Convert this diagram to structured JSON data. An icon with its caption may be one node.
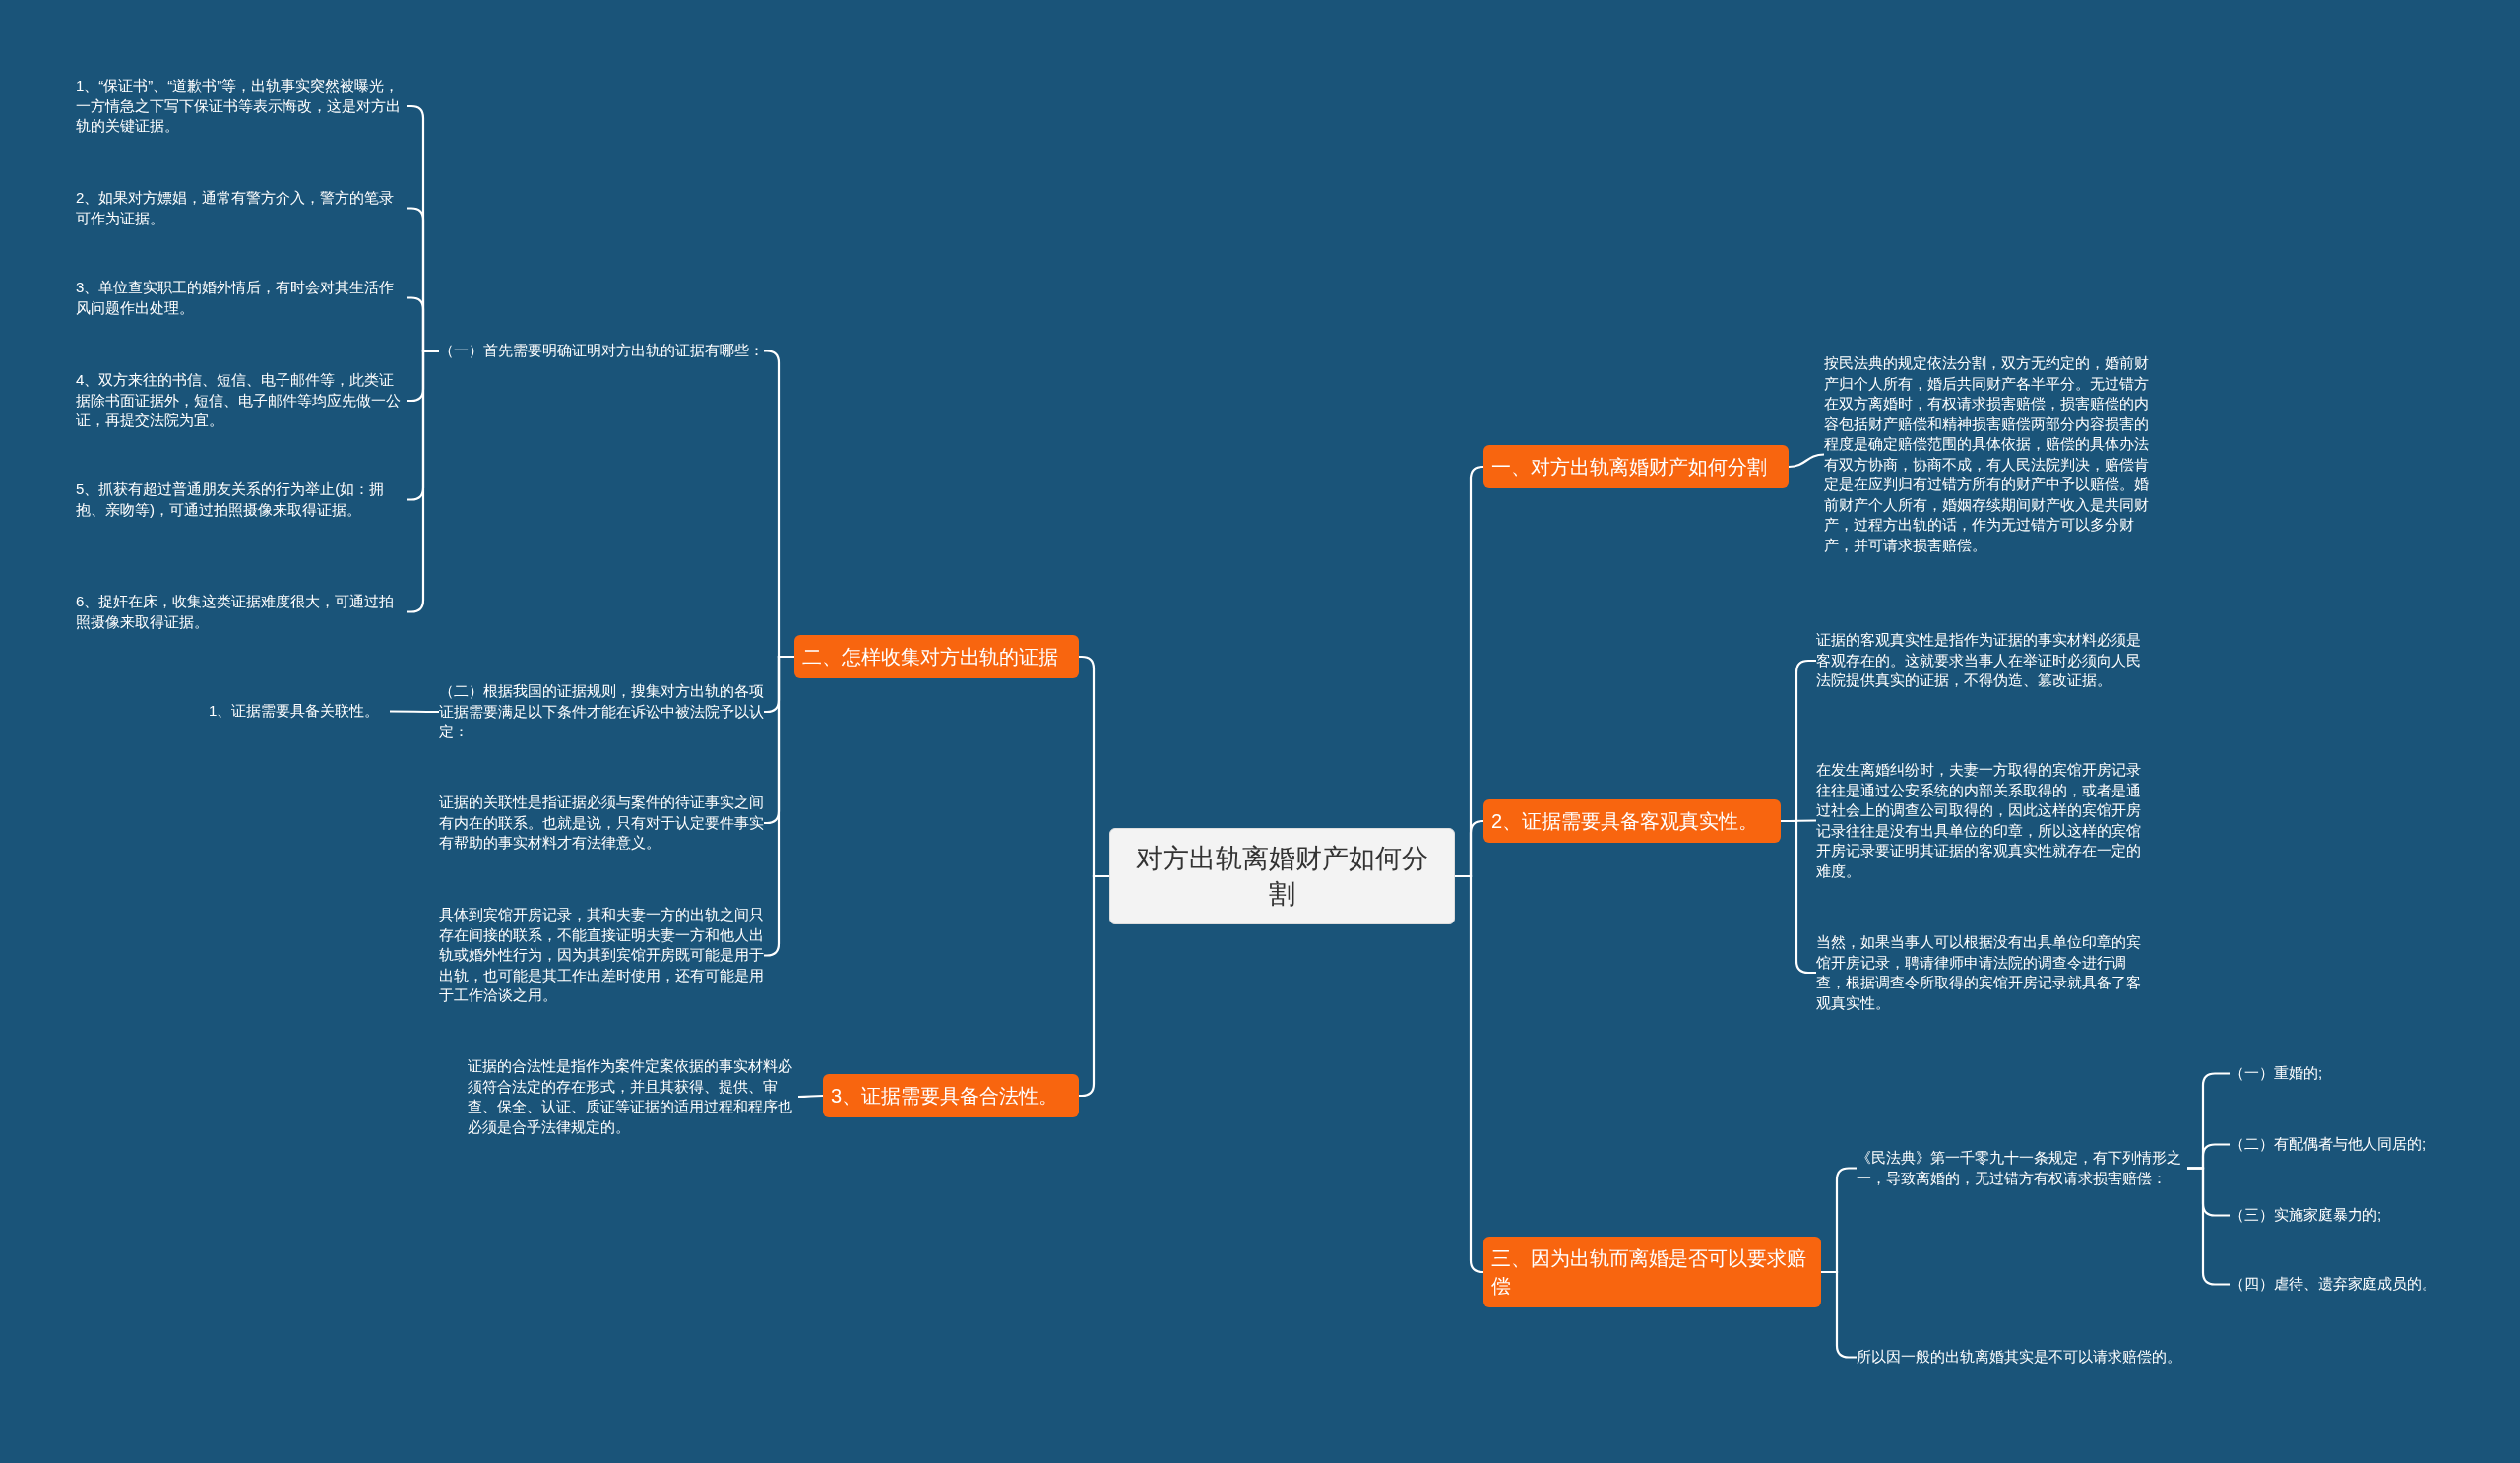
{
  "diagram": {
    "nodes": [
      {
        "text": [
          "对方出轨离婚财产如何分割"
        ]
      },
      {
        "text": [
          "一、对方出轨离婚财产如何分割"
        ]
      },
      {
        "text": [
          "按民法典的规定依法分割，双方无约定的，婚前财产归个人所有，婚后共同财产各半平分。无过错方在双方离婚时，有权请求损害赔偿，损害赔偿的内容包括财产赔偿和精神损害赔偿两部分内容损害的程度是确定赔偿范围的具体依据，赔偿的具体办法有双方协商，协商不成，有人民法院判决，赔偿肯定是在应判归有过错方所有的财产中予以赔偿。婚前财产个人所有，婚姻存续期间财产收入是共同财产，过程方出轨的话，作为无过错方可以多分财产，并可请求损害赔偿。"
        ]
      },
      {
        "text": [
          "二、怎样收集对方出轨的证据"
        ]
      },
      {
        "text": [
          "（一）首先需要明确证明对方出轨的证据有哪些："
        ]
      },
      {
        "text": [
          "1、“保证书”、“道歉书”等，出轨事实突然被曝光，一方情急之下写下保证书等表示悔改，这是对方出轨的关键证据。"
        ]
      },
      {
        "text": [
          "2、如果对方嫖娼，通常有警方介入，警方的笔录可作为证据。"
        ]
      },
      {
        "text": [
          "3、单位查实职工的婚外情后，有时会对其生活作风问题作出处理。"
        ]
      },
      {
        "text": [
          "4、双方来往的书信、短信、电子邮件等，此类证据除书面证据外，短信、电子邮件等均应先做一公证，再提交法院为宜。"
        ]
      },
      {
        "text": [
          "5、抓获有超过普通朋友关系的行为举止(如：拥抱、亲吻等)，可通过拍照摄像来取得证据。"
        ]
      },
      {
        "text": [
          "6、捉奸在床，收集这类证据难度很大，可通过拍照摄像来取得证据。"
        ]
      },
      {
        "text": [
          "（二）根据我国的证据规则，搜集对方出轨的各项证据需要满足以下条件才能在诉讼中被法院予以认定："
        ]
      },
      {
        "text": [
          "1、证据需要具备关联性。"
        ]
      },
      {
        "text": [
          "证据的关联性是指证据必须与案件的待证事实之间有内在的联系。也就是说，只有对于认定要件事实有帮助的事实材料才有法律意义。"
        ]
      },
      {
        "text": [
          "具体到宾馆开房记录，其和夫妻一方的出轨之间只存在间接的联系，不能直接证明夫妻一方和他人出轨或婚外性行为，因为其到宾馆开房既可能是用于出轨，也可能是其工作出差时使用，还有可能是用于工作洽谈之用。"
        ]
      },
      {
        "text": [
          "2、证据需要具备客观真实性。"
        ]
      },
      {
        "text": [
          "证据的客观真实性是指作为证据的事实材料必须是客观存在的。这就要求当事人在举证时必须向人民法院提供真实的证据，不得伪造、篡改证据。"
        ]
      },
      {
        "text": [
          "在发生离婚纠纷时，夫妻一方取得的宾馆开房记录往往是通过公安系统的内部关系取得的，或者是通过社会上的调查公司取得的，因此这样的宾馆开房记录往往是没有出具单位的印章，所以这样的宾馆开房记录要证明其证据的客观真实性就存在一定的难度。"
        ]
      },
      {
        "text": [
          "当然，如果当事人可以根据没有出具单位印章的宾馆开房记录，聘请律师申请法院的调查令进行调查，根据调查令所取得的宾馆开房记录就具备了客观真实性。"
        ]
      },
      {
        "text": [
          "3、证据需要具备合法性。"
        ]
      },
      {
        "text": [
          "证据的合法性是指作为案件定案依据的事实材料必须符合法定的存在形式，并且其获得、提供、审查、保全、认证、质证等证据的适用过程和程序也必须是合乎法律规定的。"
        ]
      },
      {
        "text": [
          "三、因为出轨而离婚是否可以要求赔偿"
        ]
      },
      {
        "text": [
          "《民法典》第一千零九十一条规定，有下列情形之一，导致离婚的，无过错方有权请求损害赔偿："
        ]
      },
      {
        "text": [
          "（一）重婚的;"
        ]
      },
      {
        "text": [
          "（二）有配偶者与他人同居的;"
        ]
      },
      {
        "text": [
          "（三）实施家庭暴力的;"
        ]
      },
      {
        "text": [
          "（四）虐待、遗弃家庭成员的。"
        ]
      },
      {
        "text": [
          "所以因一般的出轨离婚其实是不可以请求赔偿的。"
        ]
      }
    ],
    "edges": [
      {
        "from": 0,
        "to": 1,
        "arrow": "none"
      },
      {
        "from": 1,
        "to": 2,
        "arrow": "none"
      },
      {
        "from": 0,
        "to": 3,
        "arrow": "none"
      },
      {
        "from": 3,
        "to": 4,
        "arrow": "none"
      },
      {
        "from": 4,
        "to": 5,
        "arrow": "none"
      },
      {
        "from": 4,
        "to": 6,
        "arrow": "none"
      },
      {
        "from": 4,
        "to": 7,
        "arrow": "none"
      },
      {
        "from": 4,
        "to": 8,
        "arrow": "none"
      },
      {
        "from": 4,
        "to": 9,
        "arrow": "none"
      },
      {
        "from": 4,
        "to": 10,
        "arrow": "none"
      },
      {
        "from": 3,
        "to": 11,
        "arrow": "none"
      },
      {
        "from": 11,
        "to": 12,
        "arrow": "none"
      },
      {
        "from": 3,
        "to": 13,
        "arrow": "none"
      },
      {
        "from": 3,
        "to": 14,
        "arrow": "none"
      },
      {
        "from": 0,
        "to": 15,
        "arrow": "none"
      },
      {
        "from": 15,
        "to": 16,
        "arrow": "none"
      },
      {
        "from": 15,
        "to": 17,
        "arrow": "none"
      },
      {
        "from": 15,
        "to": 18,
        "arrow": "none"
      },
      {
        "from": 0,
        "to": 19,
        "arrow": "none"
      },
      {
        "from": 19,
        "to": 20,
        "arrow": "none"
      },
      {
        "from": 0,
        "to": 21,
        "arrow": "none"
      },
      {
        "from": 21,
        "to": 22,
        "arrow": "none"
      },
      {
        "from": 22,
        "to": 23,
        "arrow": "none"
      },
      {
        "from": 22,
        "to": 24,
        "arrow": "none"
      },
      {
        "from": 22,
        "to": 25,
        "arrow": "none"
      },
      {
        "from": 22,
        "to": 26,
        "arrow": "none"
      },
      {
        "from": 21,
        "to": 27,
        "arrow": "none"
      }
    ]
  }
}
